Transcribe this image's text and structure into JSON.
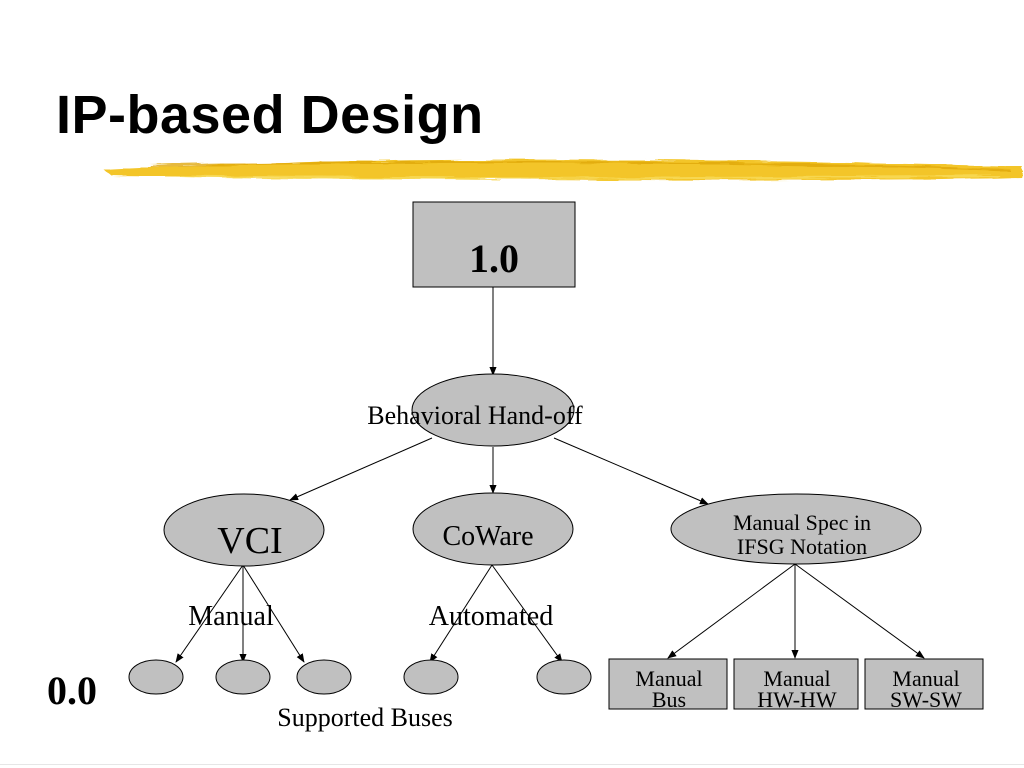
{
  "slide": {
    "title": "IP-based Design",
    "accent_color": "#f2c21a"
  },
  "diagram": {
    "top_box": "1.0",
    "handoff": "Behavioral Hand-off",
    "vci": "VCI",
    "coware": "CoWare",
    "manual_spec_line1": "Manual Spec in",
    "manual_spec_line2": "IFSG Notation",
    "edge_manual": "Manual",
    "edge_automated": "Automated",
    "level_zero": "0.0",
    "supported_buses": "Supported Buses",
    "bus_box_line1": "Manual",
    "bus_box_line2": "Bus",
    "hwhw_box_line1": "Manual",
    "hwhw_box_line2": "HW-HW",
    "swsw_box_line1": "Manual",
    "swsw_box_line2": "SW-SW"
  }
}
